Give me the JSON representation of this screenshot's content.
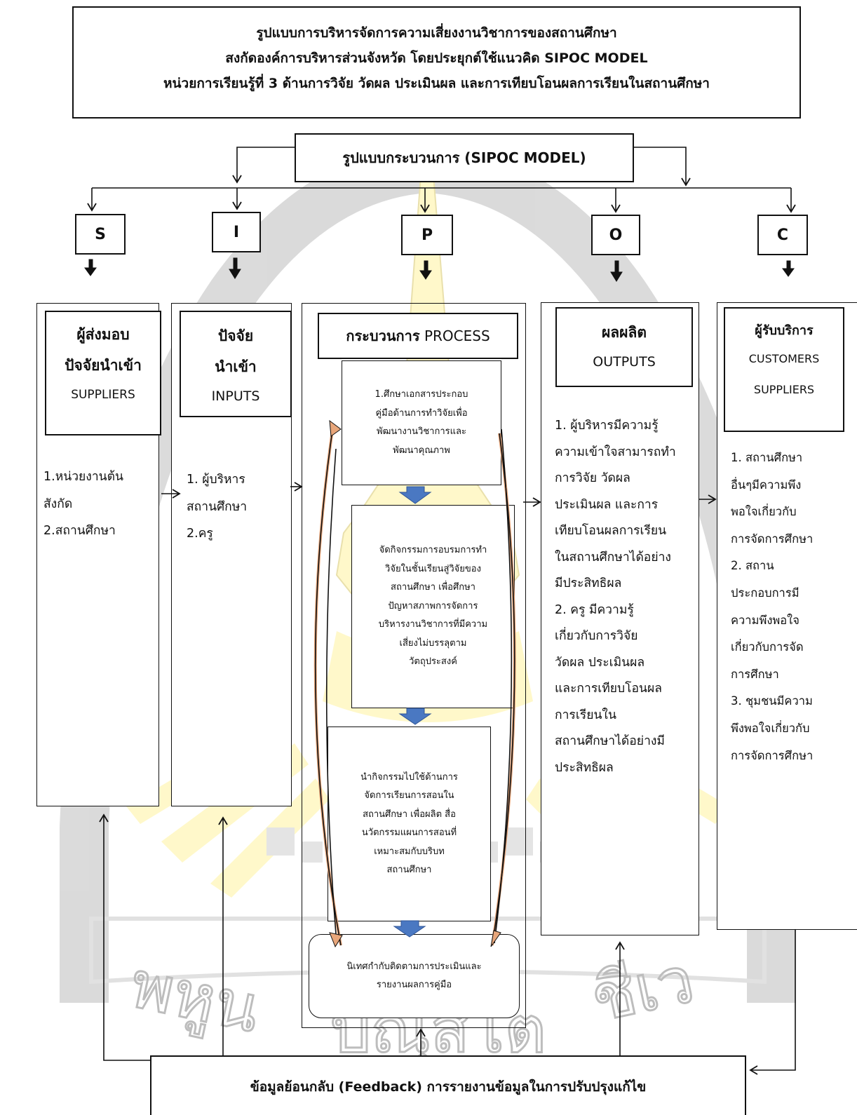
{
  "title_lines": [
    "รูปแบบการบริหารจัดการความเสี่ยงงานวิชาการของสถานศึกษา",
    "สงกัดองค์การบริหารส่วนจังหวัด โดยประยุกต์ใช้แนวคิด SIPOC MODEL",
    "หน่วยการเรียนรู้ที่ 3 ด้านการวิจัย วัดผล ประเมินผล และการเทียบโอนผลการเรียนในสถานศึกษา"
  ],
  "model_label": "รูปแบบกระบวนการ (SIPOC MODEL)",
  "letters": [
    "S",
    "I",
    "P",
    "O",
    "C"
  ],
  "suppliers": {
    "heading_th_1": "ผู้ส่งมอบ",
    "heading_th_2": "ปัจจัยนำเข้า",
    "heading_en": "SUPPLIERS",
    "items": [
      "1.หน่วยงานต้น",
      "สังกัด",
      "2.สถานศึกษา"
    ]
  },
  "inputs": {
    "heading_th_1": "ปัจจัย",
    "heading_th_2": "นำเข้า",
    "heading_en": "INPUTS",
    "items": [
      "1. ผู้บริหาร",
      "สถานศึกษา",
      "2.ครู"
    ]
  },
  "process": {
    "heading_th": "กระบวนการ",
    "heading_en": "PROCESS",
    "steps": [
      [
        "1.ศึกษาเอกสารประกอบ",
        "คู่มือด้านการทำวิจัยเพื่อ",
        "พัฒนางานวิชาการและ",
        "พัฒนาคุณภาพ"
      ],
      [
        "จัดกิจกรรมการอบรมการทำ",
        "วิจัยในชั้นเรียนสู่วิจัยของ",
        "สถานศึกษา เพื่อศึกษา",
        "ปัญหาสภาพการจัดการ",
        "บริหารงานวิชาการที่มีความ",
        "เสี่ยงไม่บรรลุตาม",
        "วัตถุประสงค์"
      ],
      [
        "นำกิจกรรมไปใช้ด้านการ",
        "จัดการเรียนการสอนใน",
        "สถานศึกษา เพื่อผลิต สื่อ",
        "นวัตกรรมแผนการสอนที่",
        "เหมาะสมกับบริบท",
        "สถานศึกษา"
      ],
      [
        "นิเทศกำกับติดตามการประเมินและ",
        "รายงานผลการคู่มือ"
      ]
    ]
  },
  "outputs": {
    "heading_th": "ผลผลิต",
    "heading_en": "OUTPUTS",
    "items": [
      "1. ผู้บริหารมีความรู้",
      "ความเข้าใจสามารถทำ",
      "การวิจัย วัดผล",
      "ประเมินผล และการ",
      "เทียบโอนผลการเรียน",
      "ในสถานศึกษาได้อย่าง",
      "มีประสิทธิผล",
      "2. ครู มีความรู้",
      "เกี่ยวกับการวิจัย",
      "วัดผล ประเมินผล",
      "และการเทียบโอนผล",
      "การเรียนใน",
      "สถานศึกษาได้อย่างมี",
      "ประสิทธิผล"
    ]
  },
  "customers": {
    "heading_th": "ผู้รับบริการ",
    "heading_en_1": "CUSTOMERS",
    "heading_en_2": "SUPPLIERS",
    "items": [
      "1. สถานศึกษา",
      "อื่นๆมีความพึง",
      "พอใจเกี่ยวกับ",
      "การจัดการศึกษา",
      "2. สถาน",
      "ประกอบการมี",
      "ความพึงพอใจ",
      "เกี่ยวกับการจัด",
      "การศึกษา",
      "3. ชุมชนมีความ",
      "พึงพอใจเกี่ยวกับ",
      "การจัดการศึกษา"
    ]
  },
  "feedback": "ข้อมูลย้อนกลับ  (Feedback) การรายงานข้อมูลในการปรับปรุงแก้ไข",
  "watermark": {
    "text": "พหูน ปณฺสิโต ชีเว",
    "color_fill": "#fff7b0",
    "color_stroke": "#c9c9c9"
  },
  "colors": {
    "step_arrow": "#4a78c2",
    "curve_arrow": "#e8a67a"
  }
}
